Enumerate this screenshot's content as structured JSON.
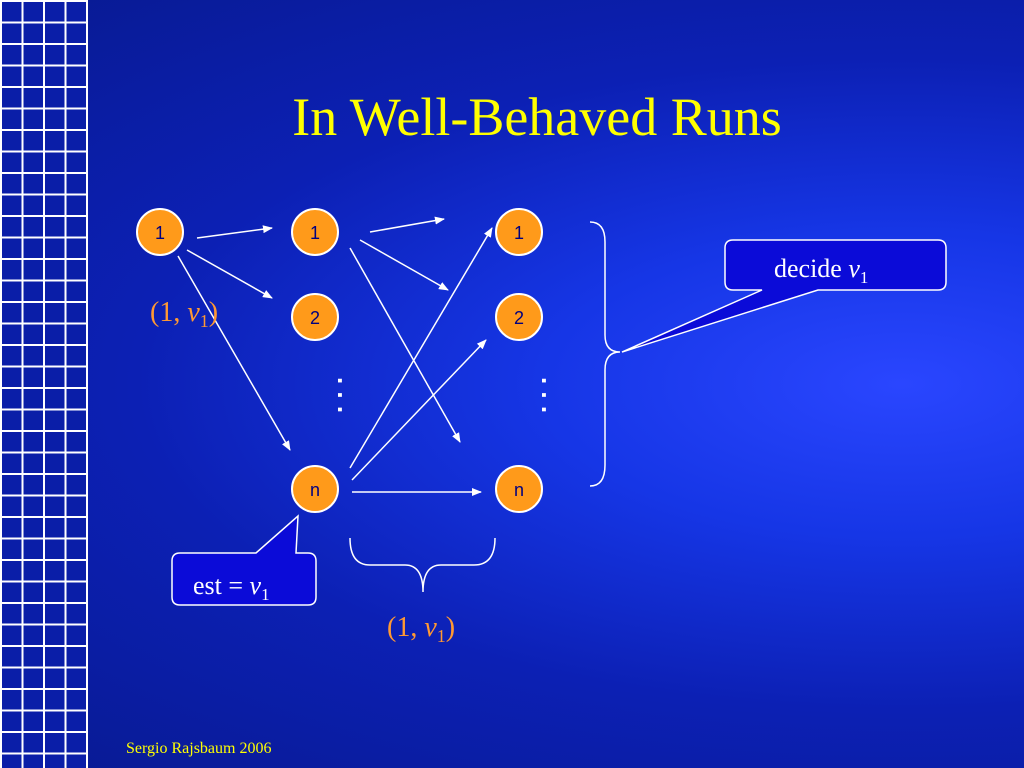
{
  "slide": {
    "title": "In Well-Behaved Runs",
    "footer": "Sergio Rajsbaum 2006"
  },
  "nodes": {
    "left": "1",
    "middle_top": "1",
    "middle_second": "2",
    "middle_last": "n",
    "right_top": "1",
    "right_second": "2",
    "right_last": "n"
  },
  "labels": {
    "msg_left_prefix": "(1, ",
    "msg_left_var": "v",
    "msg_left_sub": "1",
    "msg_left_suffix": ")",
    "msg_bottom_prefix": "(1, ",
    "msg_bottom_var": "v",
    "msg_bottom_sub": "1",
    "msg_bottom_suffix": ")",
    "ellipsis_middle": ". . .",
    "ellipsis_right": ". . ."
  },
  "callouts": {
    "est_text": "est = ",
    "est_var": "v",
    "est_sub": "1",
    "decide_text": "decide ",
    "decide_var": "v",
    "decide_sub": "1"
  },
  "colors": {
    "title": "#ffff00",
    "node_fill": "#ff9a1a",
    "message_label": "#ff9933",
    "background": "#1636e6"
  }
}
